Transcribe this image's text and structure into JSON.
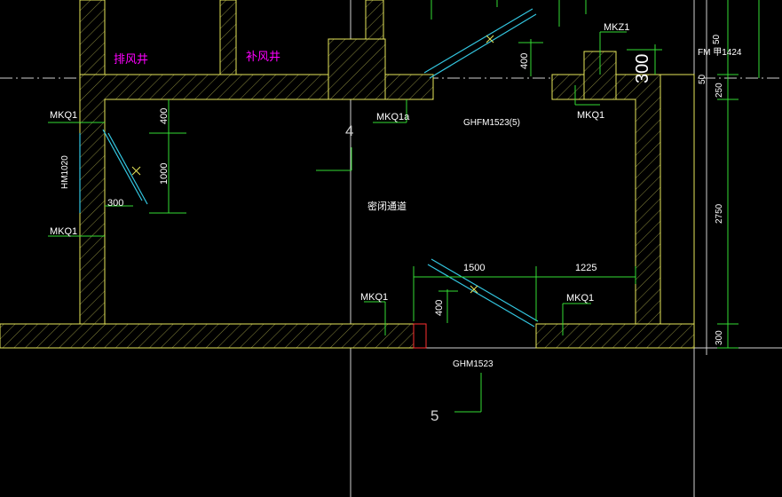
{
  "labels": {
    "exhaust_shaft": "排风井",
    "supply_shaft": "补风井",
    "sealed_passage": "密闭通道",
    "mkq1_left_top": "MKQ1",
    "mkq1_left_bottom": "MKQ1",
    "mkq1a": "MKQ1a",
    "mkq1_right_top": "MKQ1",
    "mkz1": "MKZ1",
    "mkq1_bottom_left": "MKQ1",
    "mkq1_bottom_right": "MKQ1",
    "ghfm_door": "GHFM1523(5)",
    "ghm_door": "GHM1523",
    "hm_door": "HM1020",
    "fm_door": "FM 甲1424",
    "grid_4": "4",
    "grid_5": "5"
  },
  "dimensions": {
    "d400_left": "400",
    "d1000": "1000",
    "d300_left": "300",
    "d400_top": "400",
    "d300_top": "300",
    "d400_bottom": "400",
    "d1500": "1500",
    "d1225": "1225",
    "d50_a": "50",
    "d50_b": "50",
    "d250": "250",
    "d2750": "2750",
    "d300_right": "300"
  },
  "colors": {
    "background": "#000000",
    "wall": "#e6e65a",
    "dimension": "#33dd33",
    "door": "#33c6e0",
    "room_text": "#ff00ff",
    "text": "#ffffff",
    "opening": "#ff3030"
  }
}
